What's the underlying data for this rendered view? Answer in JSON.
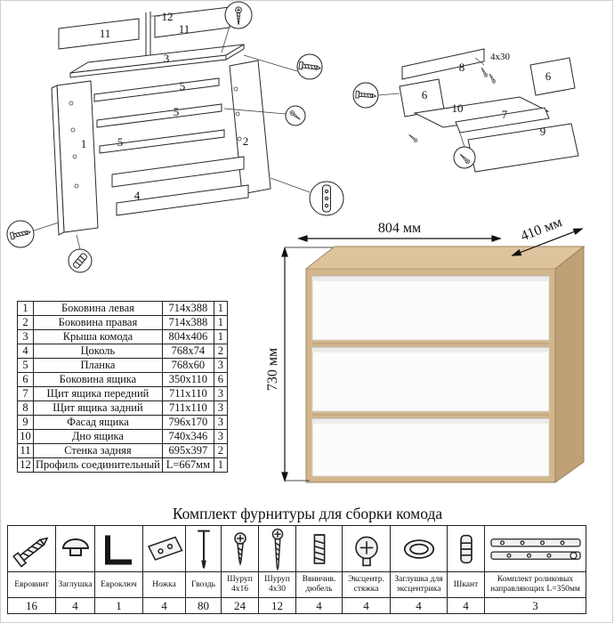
{
  "frame_diagram": {
    "labels": {
      "l12": "12",
      "l11a": "11",
      "l11b": "11",
      "l3": "3",
      "l5a": "5",
      "l5b": "5",
      "l5c": "5",
      "l1": "1",
      "l2": "2",
      "l4": "4"
    }
  },
  "drawer_diagram": {
    "labels": {
      "l8": "8",
      "screw_size": "4x30",
      "l6a": "6",
      "l6b": "6",
      "l10": "10",
      "l7": "7",
      "l9": "9"
    }
  },
  "render": {
    "width_label": "804 мм",
    "depth_label": "410 мм",
    "height_label": "730 мм"
  },
  "parts_table": {
    "rows": [
      {
        "num": "1",
        "name": "Боковина левая",
        "size": "714x388",
        "qty": "1"
      },
      {
        "num": "2",
        "name": "Боковина правая",
        "size": "714x388",
        "qty": "1"
      },
      {
        "num": "3",
        "name": "Крыша комода",
        "size": "804x406",
        "qty": "1"
      },
      {
        "num": "4",
        "name": "Цоколь",
        "size": "768x74",
        "qty": "2"
      },
      {
        "num": "5",
        "name": "Планка",
        "size": "768x60",
        "qty": "3"
      },
      {
        "num": "6",
        "name": "Боковина ящика",
        "size": "350x110",
        "qty": "6"
      },
      {
        "num": "7",
        "name": "Щит ящика передний",
        "size": "711x110",
        "qty": "3"
      },
      {
        "num": "8",
        "name": "Щит ящика задний",
        "size": "711x110",
        "qty": "3"
      },
      {
        "num": "9",
        "name": "Фасад ящика",
        "size": "796x170",
        "qty": "3"
      },
      {
        "num": "10",
        "name": "Дно ящика",
        "size": "740x346",
        "qty": "3"
      },
      {
        "num": "11",
        "name": "Стенка задняя",
        "size": "695x397",
        "qty": "2"
      },
      {
        "num": "12",
        "name": "Профиль соединительный",
        "size": "L=667мм",
        "qty": "1"
      }
    ]
  },
  "hardware": {
    "title": "Комплект фурнитуры для сборки комода",
    "items": [
      {
        "icon": "euro-screw-icon",
        "name": "Евровинт",
        "qty": "16"
      },
      {
        "icon": "plug-cap-icon",
        "name": "Заглушка",
        "qty": "4"
      },
      {
        "icon": "hex-key-icon",
        "name": "Евроключ",
        "qty": "1"
      },
      {
        "icon": "foot-icon",
        "name": "Ножка",
        "qty": "4"
      },
      {
        "icon": "nail-icon",
        "name": "Гвоздь",
        "qty": "80"
      },
      {
        "icon": "screw-4x16-icon",
        "name": "Шуруп 4x16",
        "qty": "24"
      },
      {
        "icon": "screw-4x30-icon",
        "name": "Шуруп 4x30",
        "qty": "12"
      },
      {
        "icon": "screw-dowel-icon",
        "name": "Ввинчив. дюбель",
        "qty": "4"
      },
      {
        "icon": "cam-lock-icon",
        "name": "Эксцентр. стяжка",
        "qty": "4"
      },
      {
        "icon": "cam-cap-icon",
        "name": "Заглушка для эксцентрика",
        "qty": "4"
      },
      {
        "icon": "wood-dowel-icon",
        "name": "Шкант",
        "qty": "4"
      },
      {
        "icon": "roller-slides-icon",
        "name": "Комплект роликовых направляющих L=350мм",
        "qty": "3"
      }
    ]
  },
  "colors": {
    "wood_top": "#ddc49c",
    "wood_front": "#d3b68c",
    "wood_side": "#bfa077",
    "drawer_front": "#fcfcfc",
    "line": "#1a1a1a"
  }
}
